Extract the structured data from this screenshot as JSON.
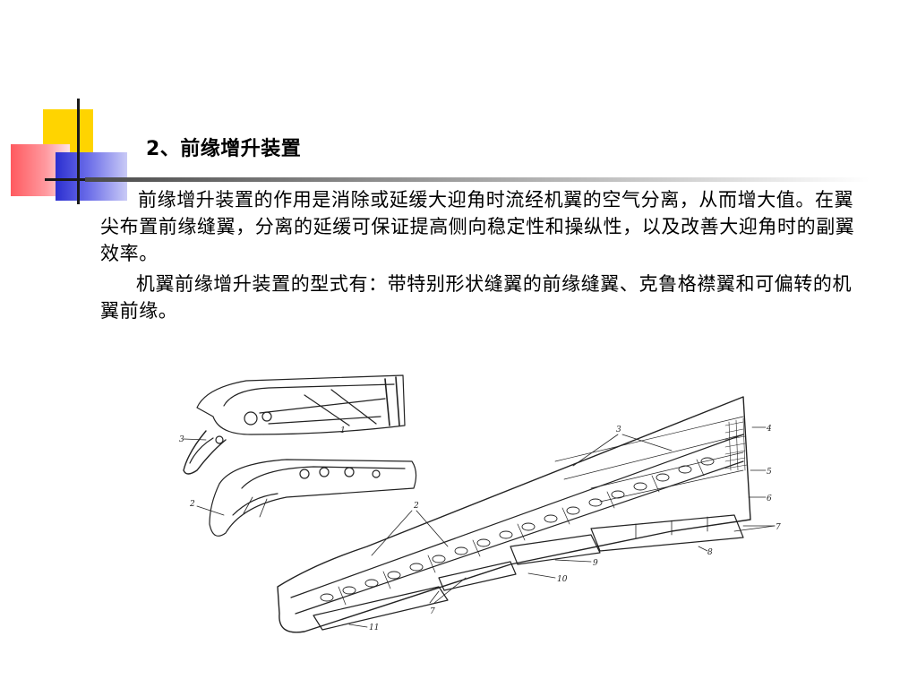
{
  "title": "2、前缘增升装置",
  "paragraph_1": "前缘增升装置的作用是消除或延缓大迎角时流经机翼的空气分离，从而增大值。在翼尖布置前缘缝翼，分离的延缓可保证提高侧向稳定性和操纵性，以及改善大迎角时的副翼效率。",
  "paragraph_2": "机翼前缘增升装置的型式有：带特别形状缝翼的前缘缝翼、克鲁格襟翼和可偏转的机翼前缘。",
  "figure": {
    "labels": {
      "l1": "1",
      "l2a": "2",
      "l2b": "2",
      "l3a": "3",
      "l3b": "3",
      "l4": "4",
      "l5": "5",
      "l6": "6",
      "l7a": "7",
      "l7b": "7",
      "l8": "8",
      "l9": "9",
      "l10": "10",
      "l11": "11"
    }
  }
}
